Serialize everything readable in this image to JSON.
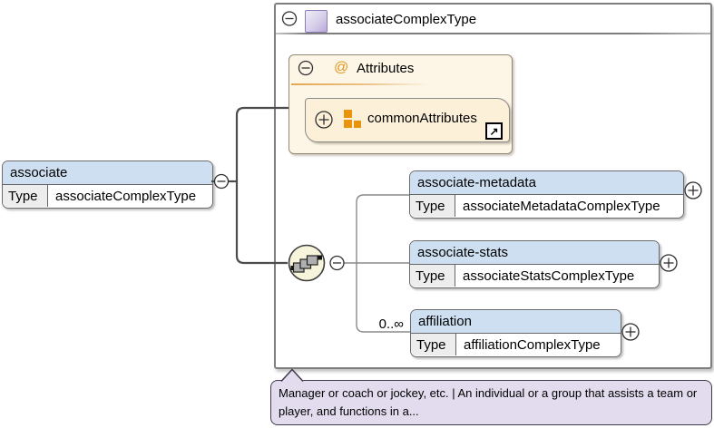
{
  "diagram_kind": "xml-schema-diagram",
  "source_element": {
    "name": "associate",
    "type_label": "Type",
    "type_value": "associateComplexType"
  },
  "complex_type": {
    "title": "associateComplexType"
  },
  "attributes_section": {
    "at_symbol": "@",
    "title": "Attributes",
    "attribute_group": {
      "name": "commonAttributes",
      "arrow_glyph": "↗"
    }
  },
  "compositor": {
    "kind": "sequence"
  },
  "children": [
    {
      "name": "associate-metadata",
      "type_label": "Type",
      "type_value": "associateMetadataComplexType"
    },
    {
      "name": "associate-stats",
      "type_label": "Type",
      "type_value": "associateStatsComplexType"
    },
    {
      "name": "affiliation",
      "type_label": "Type",
      "type_value": "affiliationComplexType",
      "occurrence": "0..∞"
    }
  ],
  "annotation": {
    "text": "Manager or coach or jockey, etc. | An individual or a group that assists a team or player, and functions in a..."
  },
  "colors": {
    "element_header_blue": "#cedff2",
    "type_cell_gray": "#ededed",
    "attributes_fill": "#fdf6e7",
    "attribute_group_fill": "#fcf0d9",
    "orange_accent": "#e2961f",
    "orange_glyph": "#e8940c",
    "complex_type_icon_purple": "#b9a9d9",
    "compositor_fill": "#f6f4da",
    "annotation_purple": "#e2dcee",
    "connector_gray": "#555555"
  }
}
